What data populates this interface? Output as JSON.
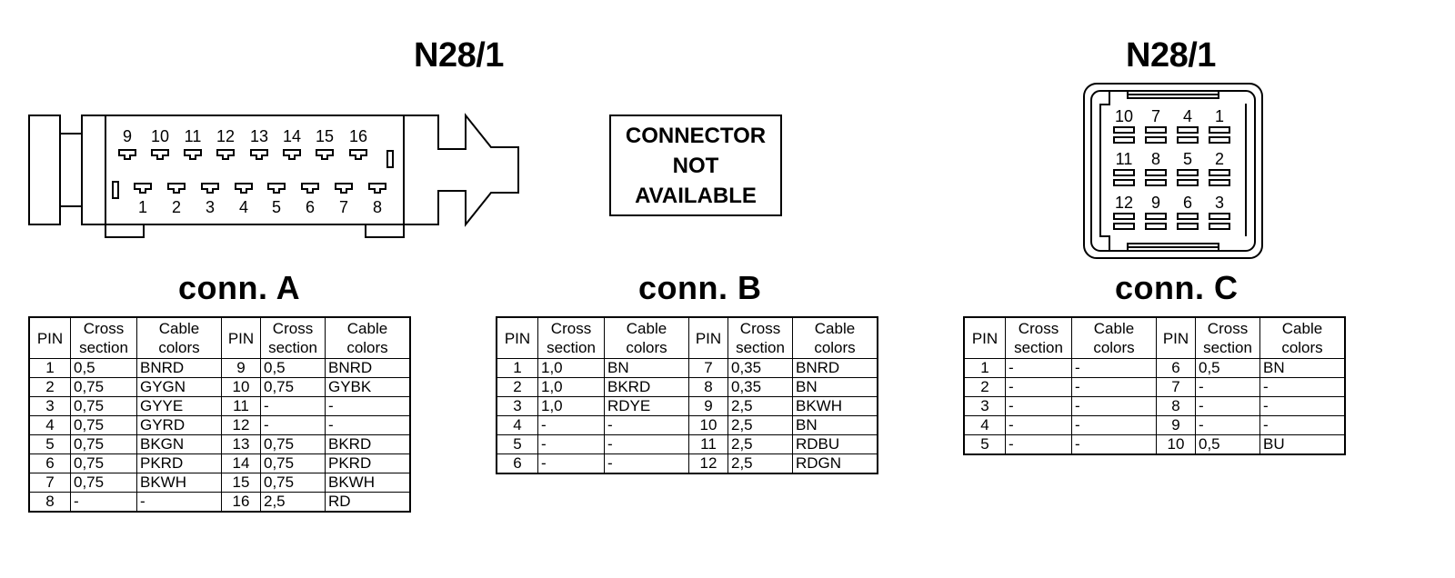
{
  "connector_label_left": "N28/1",
  "connector_label_right": "N28/1",
  "not_available_lines": [
    "CONNECTOR",
    "NOT",
    "AVAILABLE"
  ],
  "conn_a": {
    "title": "conn. A",
    "headers": [
      "PIN",
      "Cross section",
      "Cable colors",
      "PIN",
      "Cross section",
      "Cable colors"
    ],
    "rows": [
      [
        "1",
        "0,5",
        "BNRD",
        "9",
        "0,5",
        "BNRD"
      ],
      [
        "2",
        "0,75",
        "GYGN",
        "10",
        "0,75",
        "GYBK"
      ],
      [
        "3",
        "0,75",
        "GYYE",
        "11",
        "-",
        "-"
      ],
      [
        "4",
        "0,75",
        "GYRD",
        "12",
        "-",
        "-"
      ],
      [
        "5",
        "0,75",
        "BKGN",
        "13",
        "0,75",
        "BKRD"
      ],
      [
        "6",
        "0,75",
        "PKRD",
        "14",
        "0,75",
        "PKRD"
      ],
      [
        "7",
        "0,75",
        "BKWH",
        "15",
        "0,75",
        "BKWH"
      ],
      [
        "8",
        "-",
        "-",
        "16",
        "2,5",
        "RD"
      ]
    ]
  },
  "conn_b": {
    "title": "conn. B",
    "headers": [
      "PIN",
      "Cross section",
      "Cable colors",
      "PIN",
      "Cross section",
      "Cable colors"
    ],
    "rows": [
      [
        "1",
        "1,0",
        "BN",
        "7",
        "0,35",
        "BNRD"
      ],
      [
        "2",
        "1,0",
        "BKRD",
        "8",
        "0,35",
        "BN"
      ],
      [
        "3",
        "1,0",
        "RDYE",
        "9",
        "2,5",
        "BKWH"
      ],
      [
        "4",
        "-",
        "-",
        "10",
        "2,5",
        "BN"
      ],
      [
        "5",
        "-",
        "-",
        "11",
        "2,5",
        "RDBU"
      ],
      [
        "6",
        "-",
        "-",
        "12",
        "2,5",
        "RDGN"
      ]
    ]
  },
  "conn_c": {
    "title": "conn. C",
    "headers": [
      "PIN",
      "Cross section",
      "Cable colors",
      "PIN",
      "Cross section",
      "Cable colors"
    ],
    "rows": [
      [
        "1",
        "-",
        "-",
        "6",
        "0,5",
        "BN"
      ],
      [
        "2",
        "-",
        "-",
        "7",
        "-",
        "-"
      ],
      [
        "3",
        "-",
        "-",
        "8",
        "-",
        "-"
      ],
      [
        "4",
        "-",
        "-",
        "9",
        "-",
        "-"
      ],
      [
        "5",
        "-",
        "-",
        "10",
        "0,5",
        "BU"
      ]
    ]
  },
  "connector_a_pins": {
    "top_row": [
      "9",
      "10",
      "11",
      "12",
      "13",
      "14",
      "15",
      "16"
    ],
    "bottom_row": [
      "1",
      "2",
      "3",
      "4",
      "5",
      "6",
      "7",
      "8"
    ]
  },
  "connector_c_pins": {
    "rows": [
      [
        "10",
        "7",
        "4",
        "1"
      ],
      [
        "11",
        "8",
        "5",
        "2"
      ],
      [
        "12",
        "9",
        "6",
        "3"
      ]
    ]
  }
}
